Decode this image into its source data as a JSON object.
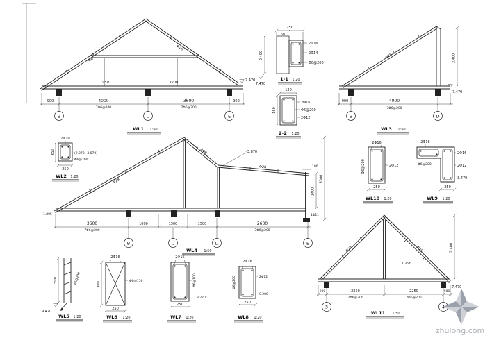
{
  "watermark": {
    "site": "zhulong.com"
  },
  "wl1": {
    "title": "WL1",
    "scale": "1:50",
    "dims": [
      "900",
      "4000",
      "3600",
      "900"
    ],
    "rebar": "7Φ6@200",
    "axes": [
      "B",
      "D",
      "E"
    ],
    "elev": "7.470",
    "slope_left": "2Φ8",
    "slope_right": "Φ28",
    "note1": "950",
    "note2": "1200"
  },
  "s11": {
    "title": "1-1",
    "scale": "1:20",
    "dim_top": "250",
    "dim_sub": "60",
    "r1": "2Φ16",
    "r2": "2Φ14",
    "r3": "Φ6@200",
    "elev": "7.470",
    "height": "2.400"
  },
  "s22": {
    "title": "2-2",
    "scale": "1:20",
    "dim_top": "120",
    "dim_left": "160",
    "r1": "2Φ16",
    "r2": "2Φ12",
    "r3": "Φ6@200"
  },
  "wl3": {
    "title": "WL3",
    "scale": "1:50",
    "dims": [
      "900",
      "4000"
    ],
    "rebar": "7Φ6@200",
    "axes": [
      "B",
      "D"
    ],
    "elev": "7.470",
    "height": "2.400",
    "slope": "Φ28"
  },
  "wl2": {
    "title": "WL2",
    "scale": "1:20",
    "r1": "2Φ10",
    "r2": "Φ6@200",
    "note": "(9.270~3.870)",
    "dim_left": "650",
    "dim_bottom": "250"
  },
  "wl4": {
    "title": "WL4",
    "scale": "1:50",
    "dims": [
      "3600",
      "1000",
      "1500",
      "1500",
      "2600"
    ],
    "rebar": "7Φ6@200",
    "axes": [
      "B",
      "C",
      "D",
      "E"
    ],
    "peak_note": "-3.870",
    "dim_wall": "1400",
    "dim_total": "3300",
    "dim_top": "100",
    "left_note": "1.895",
    "right_note": "1Φ11",
    "slope_left": "Φ28",
    "slope_mid": "2Φ8",
    "slope_right": "Φ28"
  },
  "wl10": {
    "title": "WL10",
    "scale": "1:20",
    "r1": "2Φ16",
    "r2": "2Φ12",
    "r3": "Φ6@200",
    "dim": "250"
  },
  "wl9": {
    "title": "WL9",
    "scale": "1:20",
    "r1": "2Φ16",
    "r2": "2Φ16",
    "r3": "2Φ12",
    "r4": "Φ6@200",
    "dim": "250",
    "elev": "3.470"
  },
  "wl5": {
    "title": "WL5",
    "scale": "1:20",
    "r1": "Φ6@200",
    "dim_left": "500",
    "elev": "9.470"
  },
  "wl6": {
    "title": "WL6",
    "scale": "1:20",
    "r1": "2Φ16",
    "r2": "Φ6@150",
    "dim_left": "600",
    "dim": "250"
  },
  "wl7": {
    "title": "WL7",
    "scale": "1:20",
    "r1": "2Φ16",
    "r2": "Φ6@100",
    "dim": "250",
    "elev": "3.270"
  },
  "wl8": {
    "title": "WL8",
    "scale": "1:20",
    "r1": "2Φ16",
    "r2": "2Φ12",
    "r3": "Φ6@200",
    "dim": "250",
    "elev": "9.200"
  },
  "wl11": {
    "title": "WL11",
    "scale": "1:50",
    "dims": [
      "900",
      "2250",
      "2250",
      "900"
    ],
    "rebar": "7Φ6@200",
    "axes": [
      "3",
      "4"
    ],
    "elev": "7.470",
    "height": "2.400",
    "slope_left": "Φ28",
    "slope_right": "Φ28",
    "tie_note": "1.364"
  }
}
